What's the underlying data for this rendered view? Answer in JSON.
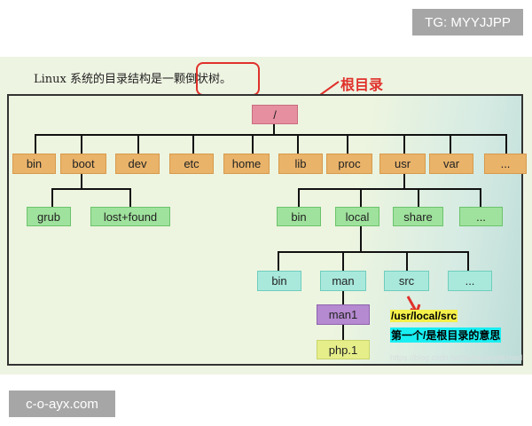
{
  "badges": {
    "top": "TG: MYYJJPP",
    "bottom": "c-o-ayx.com"
  },
  "slide": {
    "title": "Linux 系统的目录结构是一颗倒状树。",
    "annotation": "根目录",
    "root": "/",
    "level1": [
      "bin",
      "boot",
      "dev",
      "etc",
      "home",
      "lib",
      "proc",
      "usr",
      "var",
      "..."
    ],
    "boot_children": [
      "grub",
      "lost+found"
    ],
    "usr_children": [
      "bin",
      "local",
      "share",
      "..."
    ],
    "local_children": [
      "bin",
      "man",
      "src",
      "..."
    ],
    "man_child": "man1",
    "man1_child": "php.1",
    "path_label": "/usr/local/src",
    "path_note": "第一个/是根目录的意思",
    "watermark": "https://blog.csdn.net/jiahaoangle/mad"
  },
  "colors": {
    "root": "#e58fa0",
    "level1": "#e9b36a",
    "level2": "#9fe29d",
    "level3": "#a9e9dc",
    "man1": "#b58ad0",
    "php": "#e6ee8a",
    "annotation": "#e0312b"
  }
}
